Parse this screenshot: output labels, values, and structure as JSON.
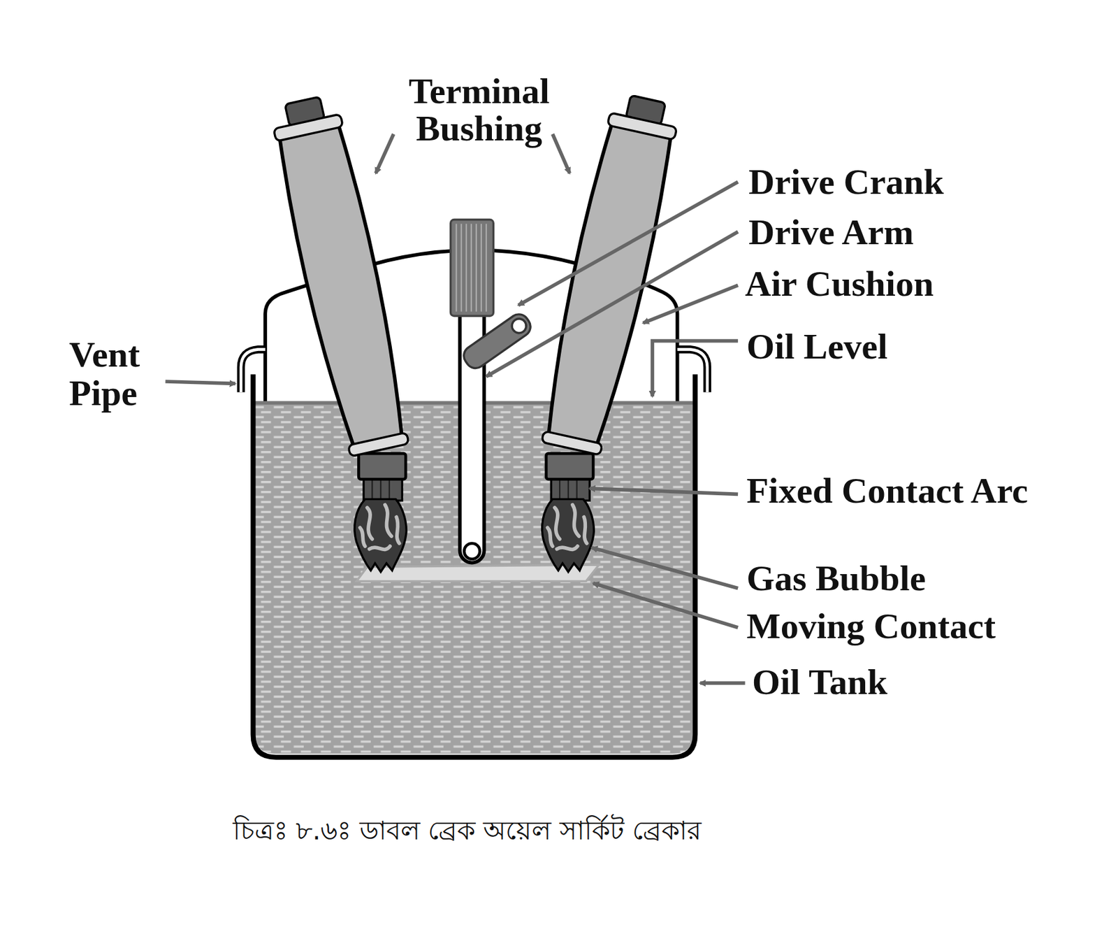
{
  "diagram": {
    "caption": "চিত্রঃ ৮.৬ঃ ডাবল ব্রেক অয়েল সার্কিট ব্রেকার",
    "labels": [
      "Terminal Bushing",
      "Drive Crank",
      "Drive Arm",
      "Air Cushion",
      "Vent Pipe",
      "Oil Level",
      "Fixed Contact Arc",
      "Gas Bubble",
      "Moving Contact",
      "Oil Tank"
    ]
  }
}
